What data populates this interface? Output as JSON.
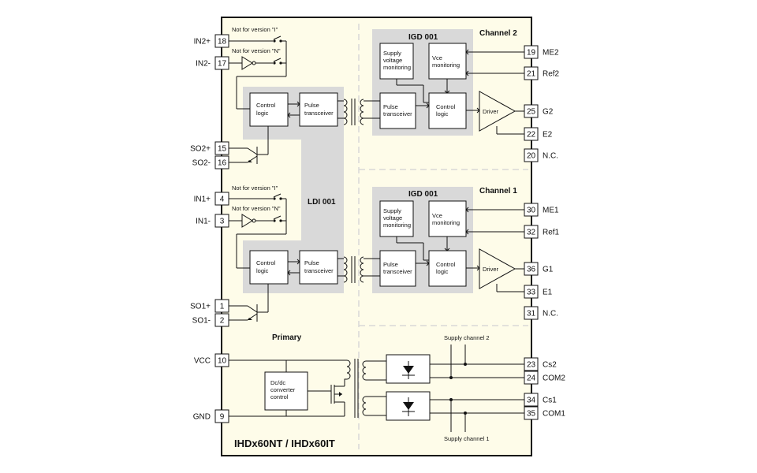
{
  "title": "IHDx60NT / IHDx60IT",
  "colors": {
    "background": "#fefce9",
    "module": "#d9d9d9",
    "line": "#111111"
  },
  "labels": {
    "ldi": "LDI 001",
    "primary": "Primary",
    "channel2": "Channel 2",
    "channel1": "Channel 1",
    "igd2": "IGD 001",
    "igd1": "IGD 001",
    "not_i_top": "Not for version \"I\"",
    "not_n_top": "Not for version \"N\"",
    "not_i_bot": "Not for version \"I\"",
    "not_n_bot": "Not for version \"N\"",
    "supply_ch2": "Supply channel 2",
    "supply_ch1": "Supply channel 1"
  },
  "blocks": {
    "control_logic": [
      "Control",
      "logic"
    ],
    "pulse_transceiver": [
      "Pulse",
      "transceiver"
    ],
    "supply_voltage_monitoring": [
      "Supply",
      "voltage",
      "monitoring"
    ],
    "vce_monitoring": [
      "Vce",
      "monitoring"
    ],
    "driver": "Driver",
    "dcdc": [
      "Dc/dc",
      "converter",
      "control"
    ]
  },
  "left_pins": [
    {
      "name": "IN2+",
      "num": "18"
    },
    {
      "name": "IN2-",
      "num": "17"
    },
    {
      "name": "SO2+",
      "num": "15"
    },
    {
      "name": "SO2-",
      "num": "16"
    },
    {
      "name": "IN1+",
      "num": "4"
    },
    {
      "name": "IN1-",
      "num": "3"
    },
    {
      "name": "SO1+",
      "num": "1"
    },
    {
      "name": "SO1-",
      "num": "2"
    },
    {
      "name": "VCC",
      "num": "10"
    },
    {
      "name": "GND",
      "num": "9"
    }
  ],
  "right_pins": [
    {
      "name": "ME2",
      "num": "19"
    },
    {
      "name": "Ref2",
      "num": "21"
    },
    {
      "name": "G2",
      "num": "25"
    },
    {
      "name": "E2",
      "num": "22"
    },
    {
      "name": "N.C.",
      "num": "20"
    },
    {
      "name": "ME1",
      "num": "30"
    },
    {
      "name": "Ref1",
      "num": "32"
    },
    {
      "name": "G1",
      "num": "36"
    },
    {
      "name": "E1",
      "num": "33"
    },
    {
      "name": "N.C.",
      "num": "31"
    },
    {
      "name": "Cs2",
      "num": "23"
    },
    {
      "name": "COM2",
      "num": "24"
    },
    {
      "name": "Cs1",
      "num": "34"
    },
    {
      "name": "COM1",
      "num": "35"
    }
  ]
}
